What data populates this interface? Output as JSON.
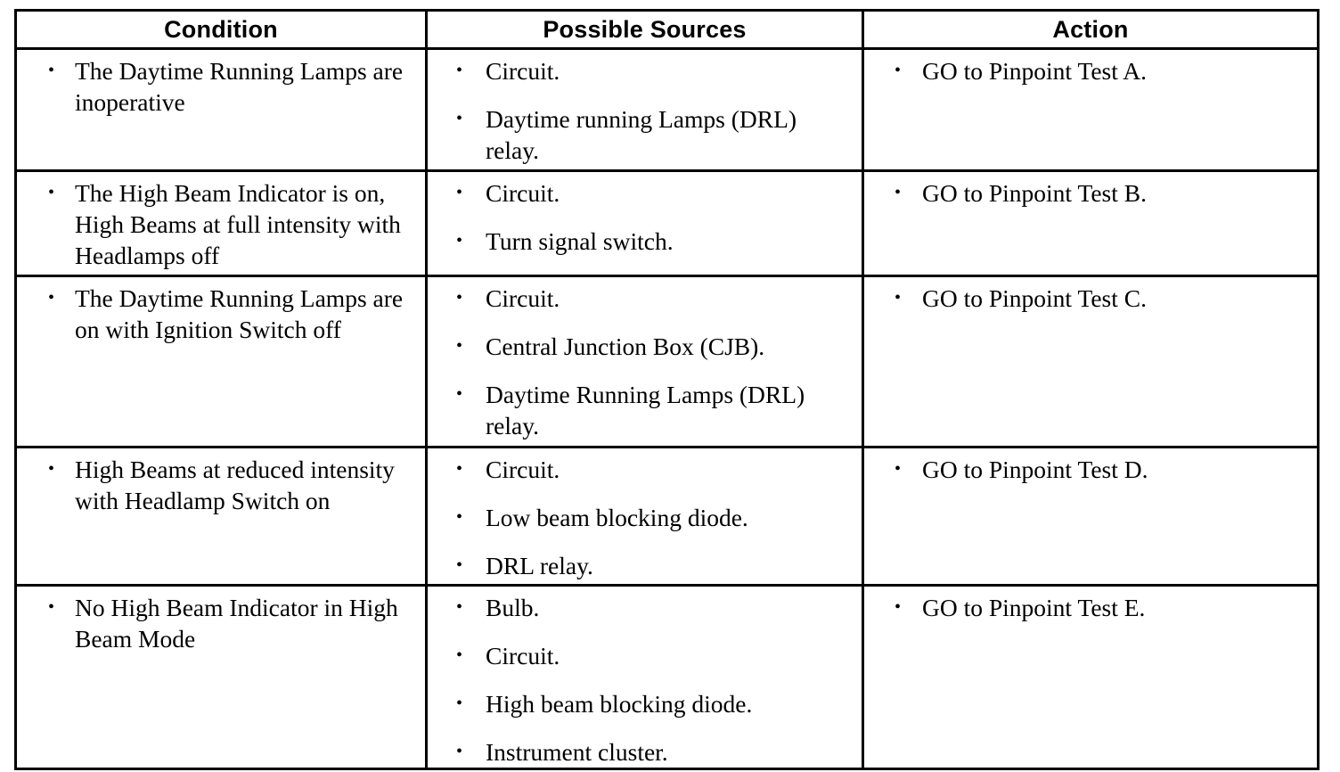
{
  "table": {
    "headers": {
      "condition": "Condition",
      "sources": "Possible Sources",
      "action": "Action"
    },
    "rows": [
      {
        "condition": "The Daytime Running Lamps are inoperative",
        "sources": [
          "Circuit.",
          "Daytime running Lamps (DRL) relay."
        ],
        "action": "GO to Pinpoint Test A."
      },
      {
        "condition": "The High Beam Indicator is on, High Beams at full intensity with Headlamps off",
        "sources": [
          "Circuit.",
          "Turn signal switch."
        ],
        "action": "GO to Pinpoint Test B."
      },
      {
        "condition": "The Daytime Running Lamps are on with Ignition Switch off",
        "sources": [
          "Circuit.",
          "Central Junction Box (CJB).",
          "Daytime Running Lamps (DRL) relay."
        ],
        "action": "GO to Pinpoint Test C."
      },
      {
        "condition": "High Beams at reduced intensity with Headlamp Switch on",
        "sources": [
          "Circuit.",
          "Low beam blocking diode.",
          "DRL relay."
        ],
        "action": "GO to Pinpoint Test D."
      },
      {
        "condition": "No High Beam Indicator in High Beam Mode",
        "sources": [
          "Bulb.",
          "Circuit.",
          "High beam blocking diode.",
          "Instrument cluster."
        ],
        "action": "GO to Pinpoint Test E."
      }
    ]
  }
}
